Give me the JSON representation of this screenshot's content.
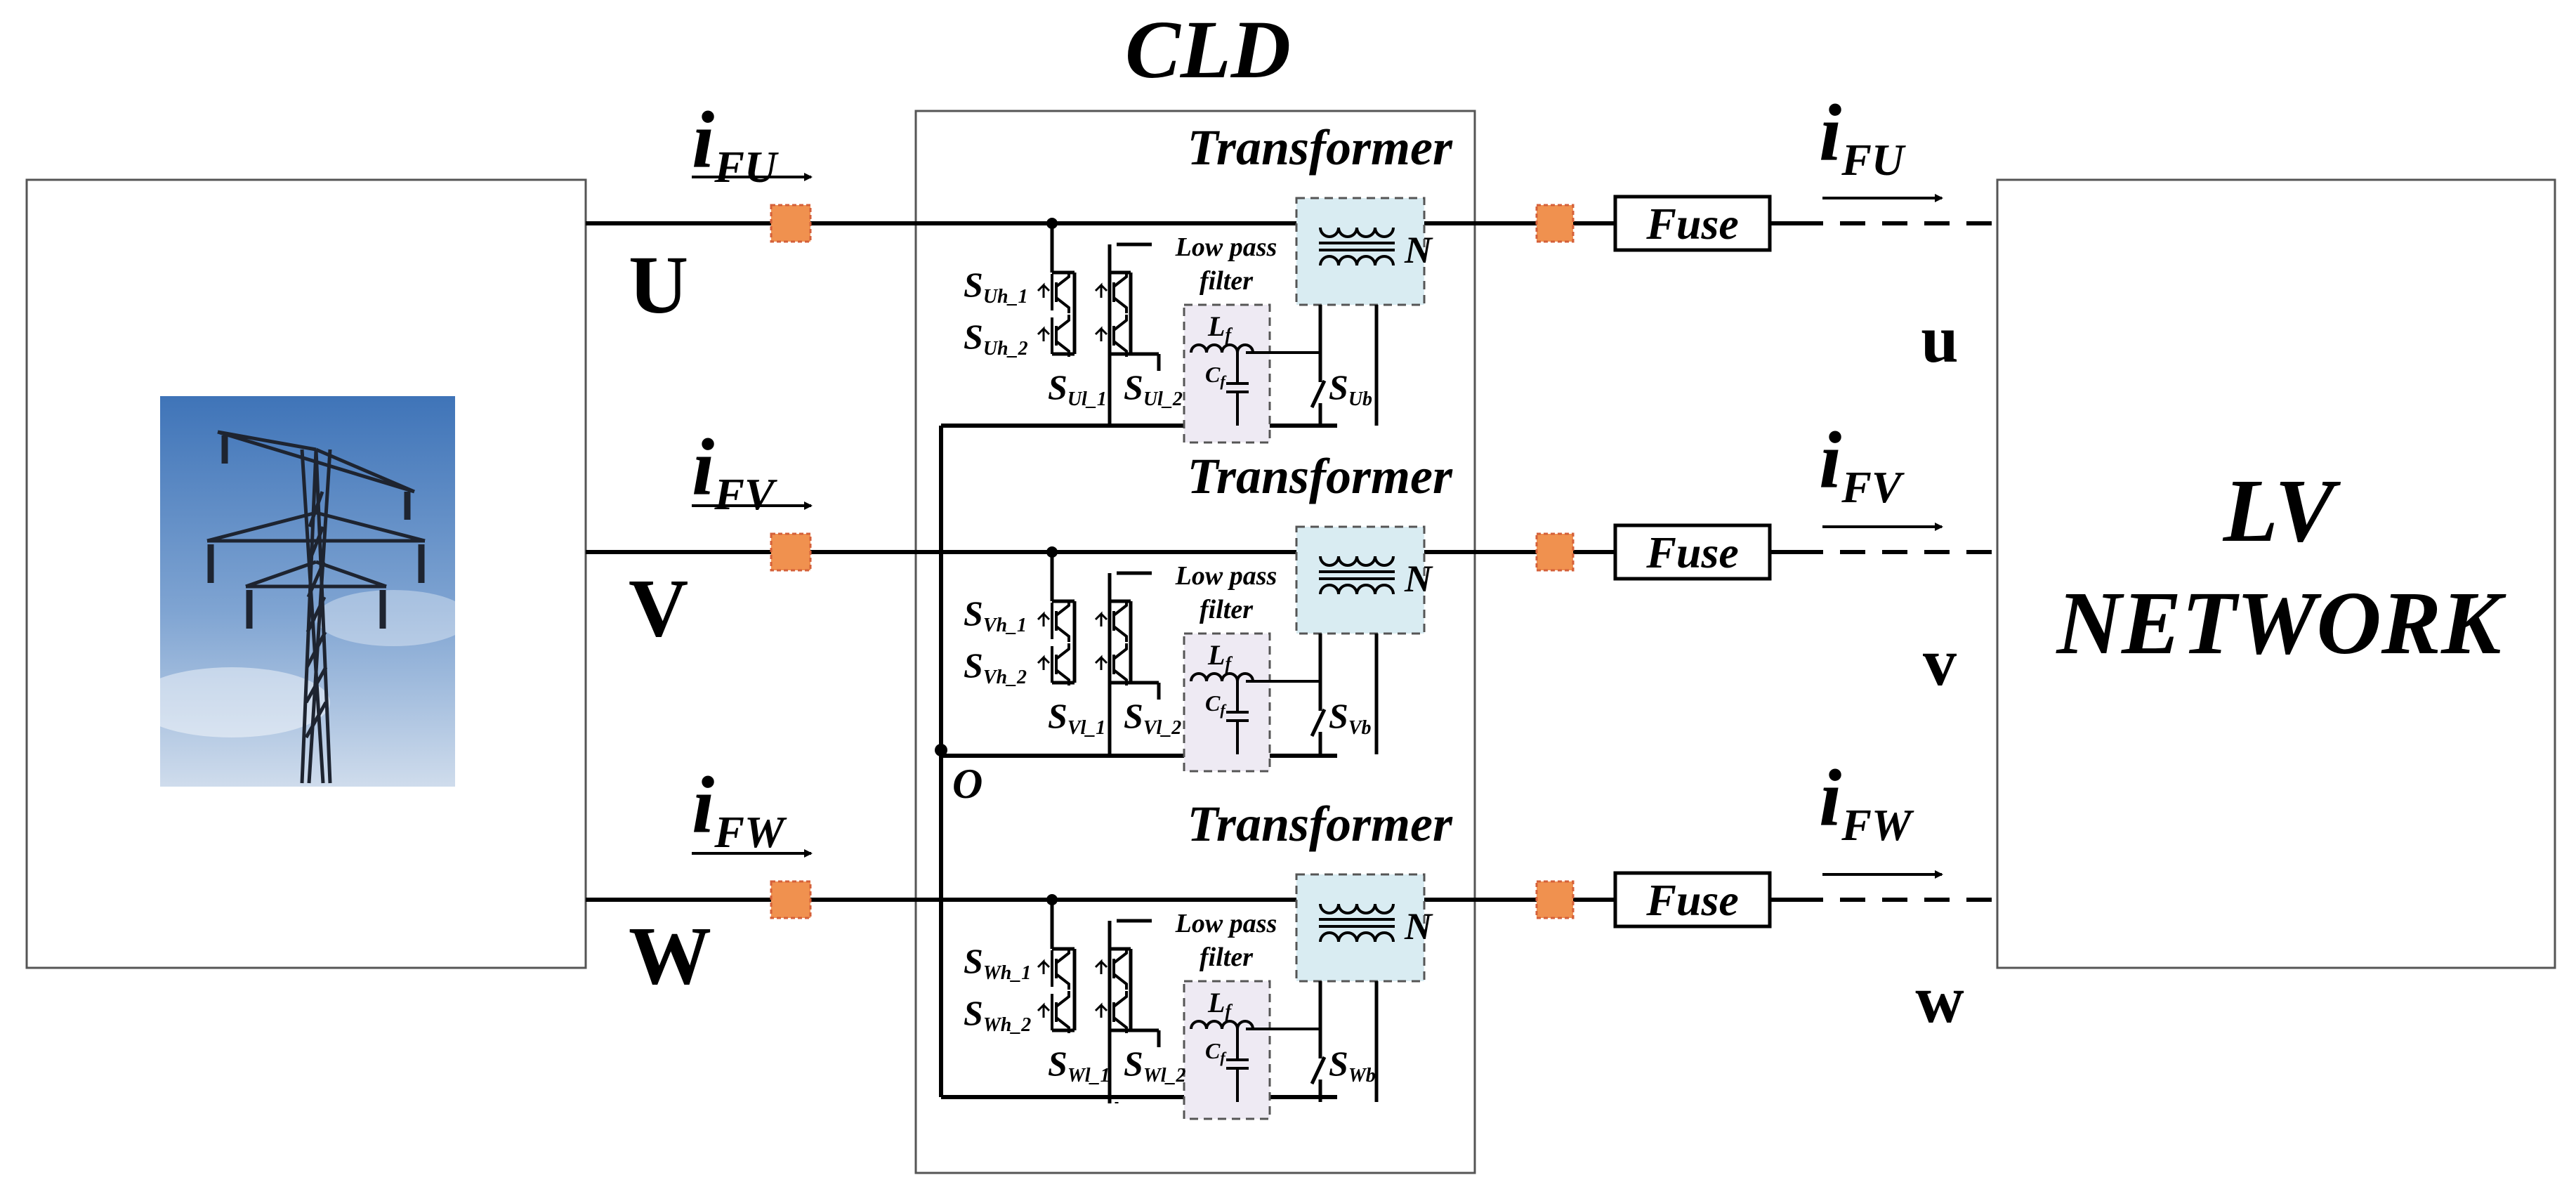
{
  "title": "CLD",
  "lv_network": {
    "line1": "LV",
    "line2": "NETWORK"
  },
  "phases": [
    {
      "upper": "U",
      "lower": "u",
      "current_main": "i",
      "current_sub": "FU",
      "current_right_main": "i",
      "current_right_sub": "FU",
      "transformer": "Transformer",
      "turns": "N",
      "fuse": "Fuse",
      "lowpass_line1": "Low pass",
      "lowpass_line2": "filter",
      "lf": "L",
      "lf_sub": "f",
      "cf": "C",
      "cf_sub": "f",
      "sh1": "S",
      "sh1_sub": "Uh_1",
      "sh2": "S",
      "sh2_sub": "Uh_2",
      "sl1": "S",
      "sl1_sub": "Ul_1",
      "sl2": "S",
      "sl2_sub": "Ul_2",
      "sb": "S",
      "sb_sub": "Ub"
    },
    {
      "upper": "V",
      "lower": "v",
      "current_main": "i",
      "current_sub": "FV",
      "current_right_main": "i",
      "current_right_sub": "FV",
      "transformer": "Transformer",
      "turns": "N",
      "fuse": "Fuse",
      "lowpass_line1": "Low pass",
      "lowpass_line2": "filter",
      "lf": "L",
      "lf_sub": "f",
      "cf": "C",
      "cf_sub": "f",
      "sh1": "S",
      "sh1_sub": "Vh_1",
      "sh2": "S",
      "sh2_sub": "Vh_2",
      "sl1": "S",
      "sl1_sub": "Vl_1",
      "sl2": "S",
      "sl2_sub": "Vl_2",
      "sb": "S",
      "sb_sub": "Vb"
    },
    {
      "upper": "W",
      "lower": "w",
      "current_main": "i",
      "current_sub": "FW",
      "current_right_main": "i",
      "current_right_sub": "FW",
      "transformer": "Transformer",
      "turns": "N",
      "fuse": "Fuse",
      "lowpass_line1": "Low pass",
      "lowpass_line2": "filter",
      "lf": "L",
      "lf_sub": "f",
      "cf": "C",
      "cf_sub": "f",
      "sh1": "S",
      "sh1_sub": "Wh_1",
      "sh2": "S",
      "sh2_sub": "Wh_2",
      "sl1": "S",
      "sl1_sub": "Wl_1",
      "sl2": "S",
      "sl2_sub": "Wl_2",
      "sb": "S",
      "sb_sub": "Wb"
    }
  ],
  "neutral": "O",
  "colors": {
    "sensor": "#f0914f",
    "sensor_border": "#d4603a",
    "transformer_fill": "#d9ecf2",
    "filter_fill": "#eeeaf3",
    "sky_top": "#4a7fc0",
    "sky_bottom": "#c9d9ea"
  }
}
